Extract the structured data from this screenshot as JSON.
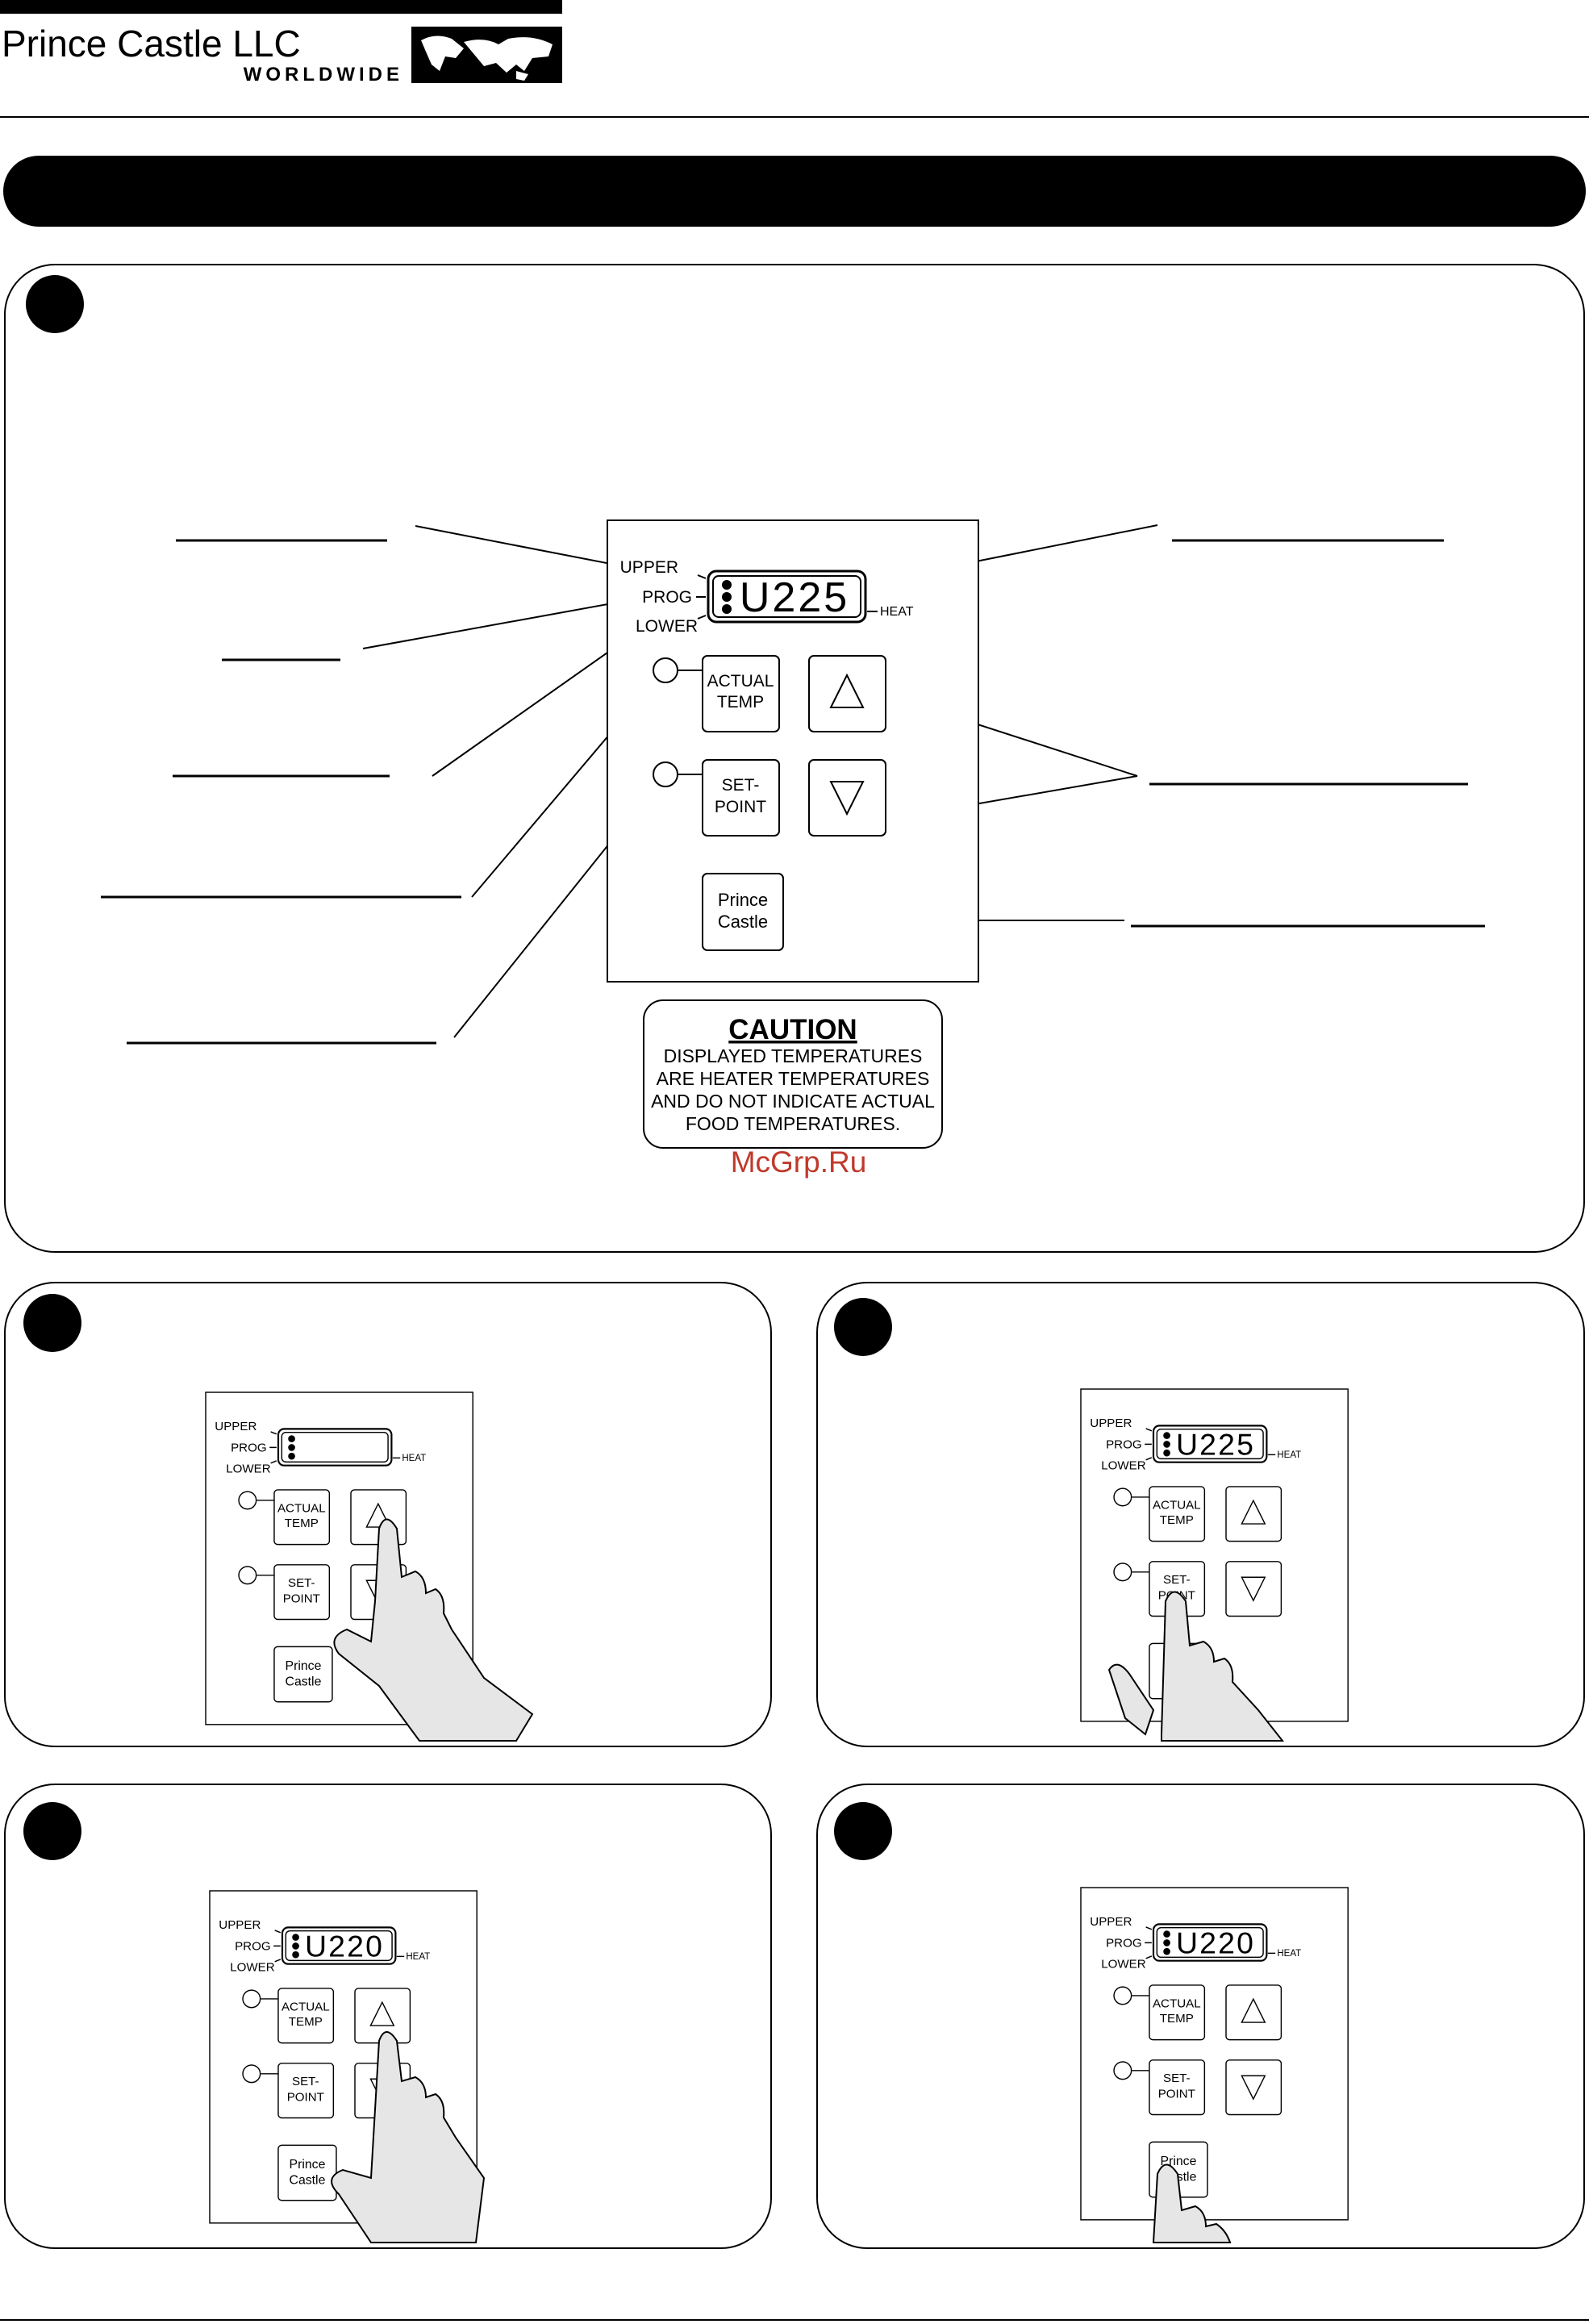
{
  "header": {
    "company_name": "Prince Castle LLC",
    "tagline": "WORLDWIDE"
  },
  "panel": {
    "indicator_labels": [
      "UPPER",
      "PROG",
      "LOWER"
    ],
    "heat_label": "HEAT",
    "actual_temp_label": [
      "ACTUAL",
      "TEMP"
    ],
    "set_point_label": [
      "SET-",
      "POINT"
    ],
    "logo_label": [
      "Prince",
      "Castle"
    ],
    "up_arrow": "△",
    "down_arrow": "▽"
  },
  "overview": {
    "display_value": "U225"
  },
  "caution": {
    "title": "CAUTION",
    "lines": [
      "DISPLAYED TEMPERATURES",
      "ARE HEATER TEMPERATURES",
      "AND DO NOT INDICATE ACTUAL",
      "FOOD TEMPERATURES."
    ]
  },
  "watermark": "McGrp.Ru",
  "steps": [
    {
      "display_value": ""
    },
    {
      "display_value": "U225"
    },
    {
      "display_value": "U220"
    },
    {
      "display_value": "U220"
    }
  ]
}
